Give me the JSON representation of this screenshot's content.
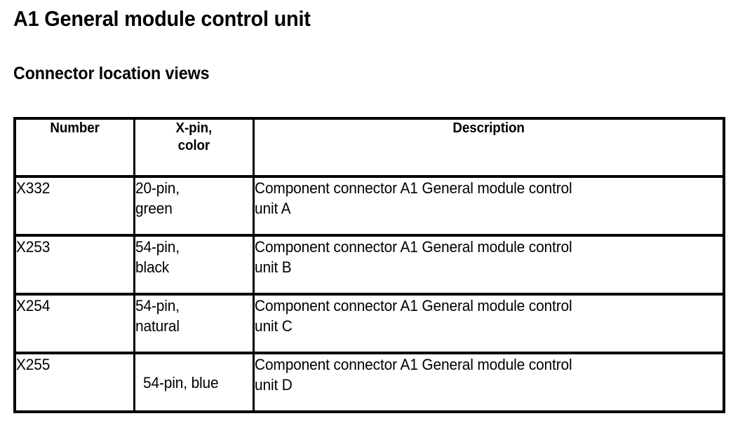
{
  "document": {
    "title": "A1 General module control unit",
    "subtitle": "Connector location views"
  },
  "table": {
    "name": "connector-location-table",
    "columns": [
      {
        "key": "number",
        "label": "Number"
      },
      {
        "key": "xpin_color",
        "label": "X-pin,\ncolor",
        "label_line1": "X-pin,",
        "label_line2": "color"
      },
      {
        "key": "description",
        "label": "Description"
      }
    ],
    "rows": [
      {
        "number": "X332",
        "xpin_color": "20-pin, green",
        "xpin_line1": "20-pin,",
        "xpin_line2": "green",
        "xpin_single_line": false,
        "description": "Component connector A1 General module control unit A",
        "description_line1": "Component connector A1 General module control",
        "description_line2": "unit A"
      },
      {
        "number": "X253",
        "xpin_color": "54-pin, black",
        "xpin_line1": "54-pin,",
        "xpin_line2": "black",
        "xpin_single_line": false,
        "description": "Component connector A1 General module control unit B",
        "description_line1": "Component connector A1 General module control",
        "description_line2": "unit B"
      },
      {
        "number": "X254",
        "xpin_color": "54-pin, natural",
        "xpin_line1": "54-pin,",
        "xpin_line2": "natural",
        "xpin_single_line": false,
        "description": "Component connector A1 General module control unit C",
        "description_line1": "Component connector A1 General module control",
        "description_line2": "unit C"
      },
      {
        "number": "X255",
        "xpin_color": "54-pin, blue",
        "xpin_line1": "54-pin, blue",
        "xpin_line2": "",
        "xpin_single_line": true,
        "description": "Component connector A1 General module control unit D",
        "description_line1": "Component connector A1 General module control",
        "description_line2": "unit D"
      }
    ]
  },
  "colors": {
    "background": "#ffffff",
    "text": "#000000",
    "border": "#000000"
  }
}
